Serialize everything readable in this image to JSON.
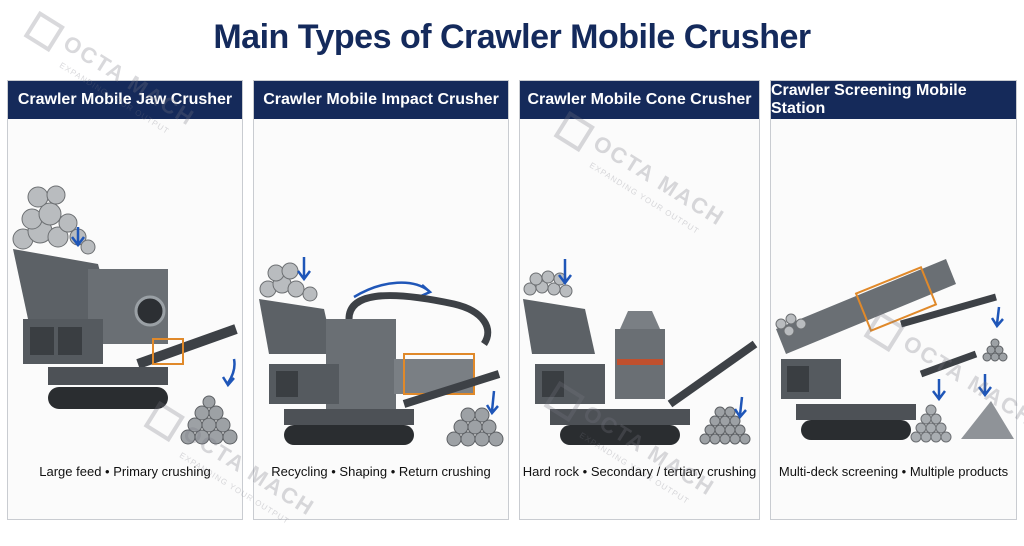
{
  "title": "Main Types of Crawler Mobile Crusher",
  "cards": [
    {
      "header": "Crawler Mobile Jaw Crusher",
      "caption": "Large feed • Primary crushing"
    },
    {
      "header": "Crawler Mobile Impact Crusher",
      "caption": "Recycling • Shaping • Return crushing"
    },
    {
      "header": "Crawler Mobile Cone Crusher",
      "caption": "Hard rock • Secondary / tertiary crushing"
    },
    {
      "header": "Crawler Screening Mobile Station",
      "caption": "Multi-deck screening • Multiple products"
    }
  ],
  "watermark": {
    "brand": "OCTA MACH",
    "tagline": "EXPANDING YOUR OUTPUT"
  },
  "colors": {
    "header_bg": "#152a5a",
    "title": "#142a5c",
    "machine_body": "#5c6166",
    "accent": "#e0892a",
    "arrow": "#1f56b8"
  }
}
